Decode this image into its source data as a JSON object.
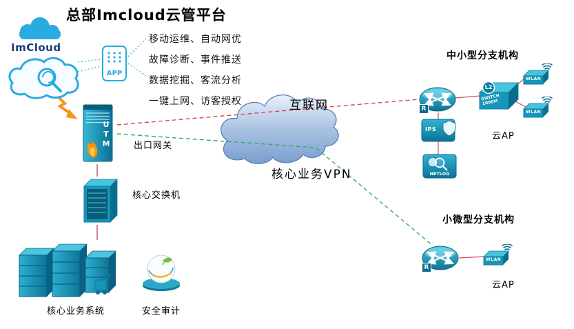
{
  "title": "总部Imcloud云管平台",
  "colors": {
    "device_teal": "#1796ba",
    "device_teal_dark": "#0b6d8c",
    "device_teal_light": "#47c3dc",
    "brand_blue": "#29abe2",
    "internet_line_red": "#d9455f",
    "vpn_line_green": "#2fae68",
    "lightning_orange": "#f7941d",
    "cloud_fill": "#a9c2e2"
  },
  "platform": {
    "cloud_label": "ImCloud",
    "app_label": "APP",
    "features": [
      "移动运维、自动网优",
      "故障诊断、事件推送",
      "数据挖掘、客流分析",
      "一键上网、访客授权"
    ]
  },
  "hq": {
    "utm_device": "UTM",
    "utm_caption": "出口网关",
    "switch_caption": "核心交换机",
    "servers_caption": "核心业务系统",
    "audit_caption": "安全审计"
  },
  "wan": {
    "internet": "互联网",
    "vpn": "核心业务VPN"
  },
  "branch_medium": {
    "title": "中小型分支机构",
    "router_badge": "R",
    "switch_badge": "L2",
    "switch_label": "SWITCH 1000M",
    "wlan": "WLAN",
    "ips": "IPS",
    "netlog": "NETLOG",
    "ap_caption": "云AP"
  },
  "branch_micro": {
    "title": "小微型分支机构",
    "router_badge": "R",
    "wlan": "WLAN",
    "ap_caption": "云AP"
  }
}
